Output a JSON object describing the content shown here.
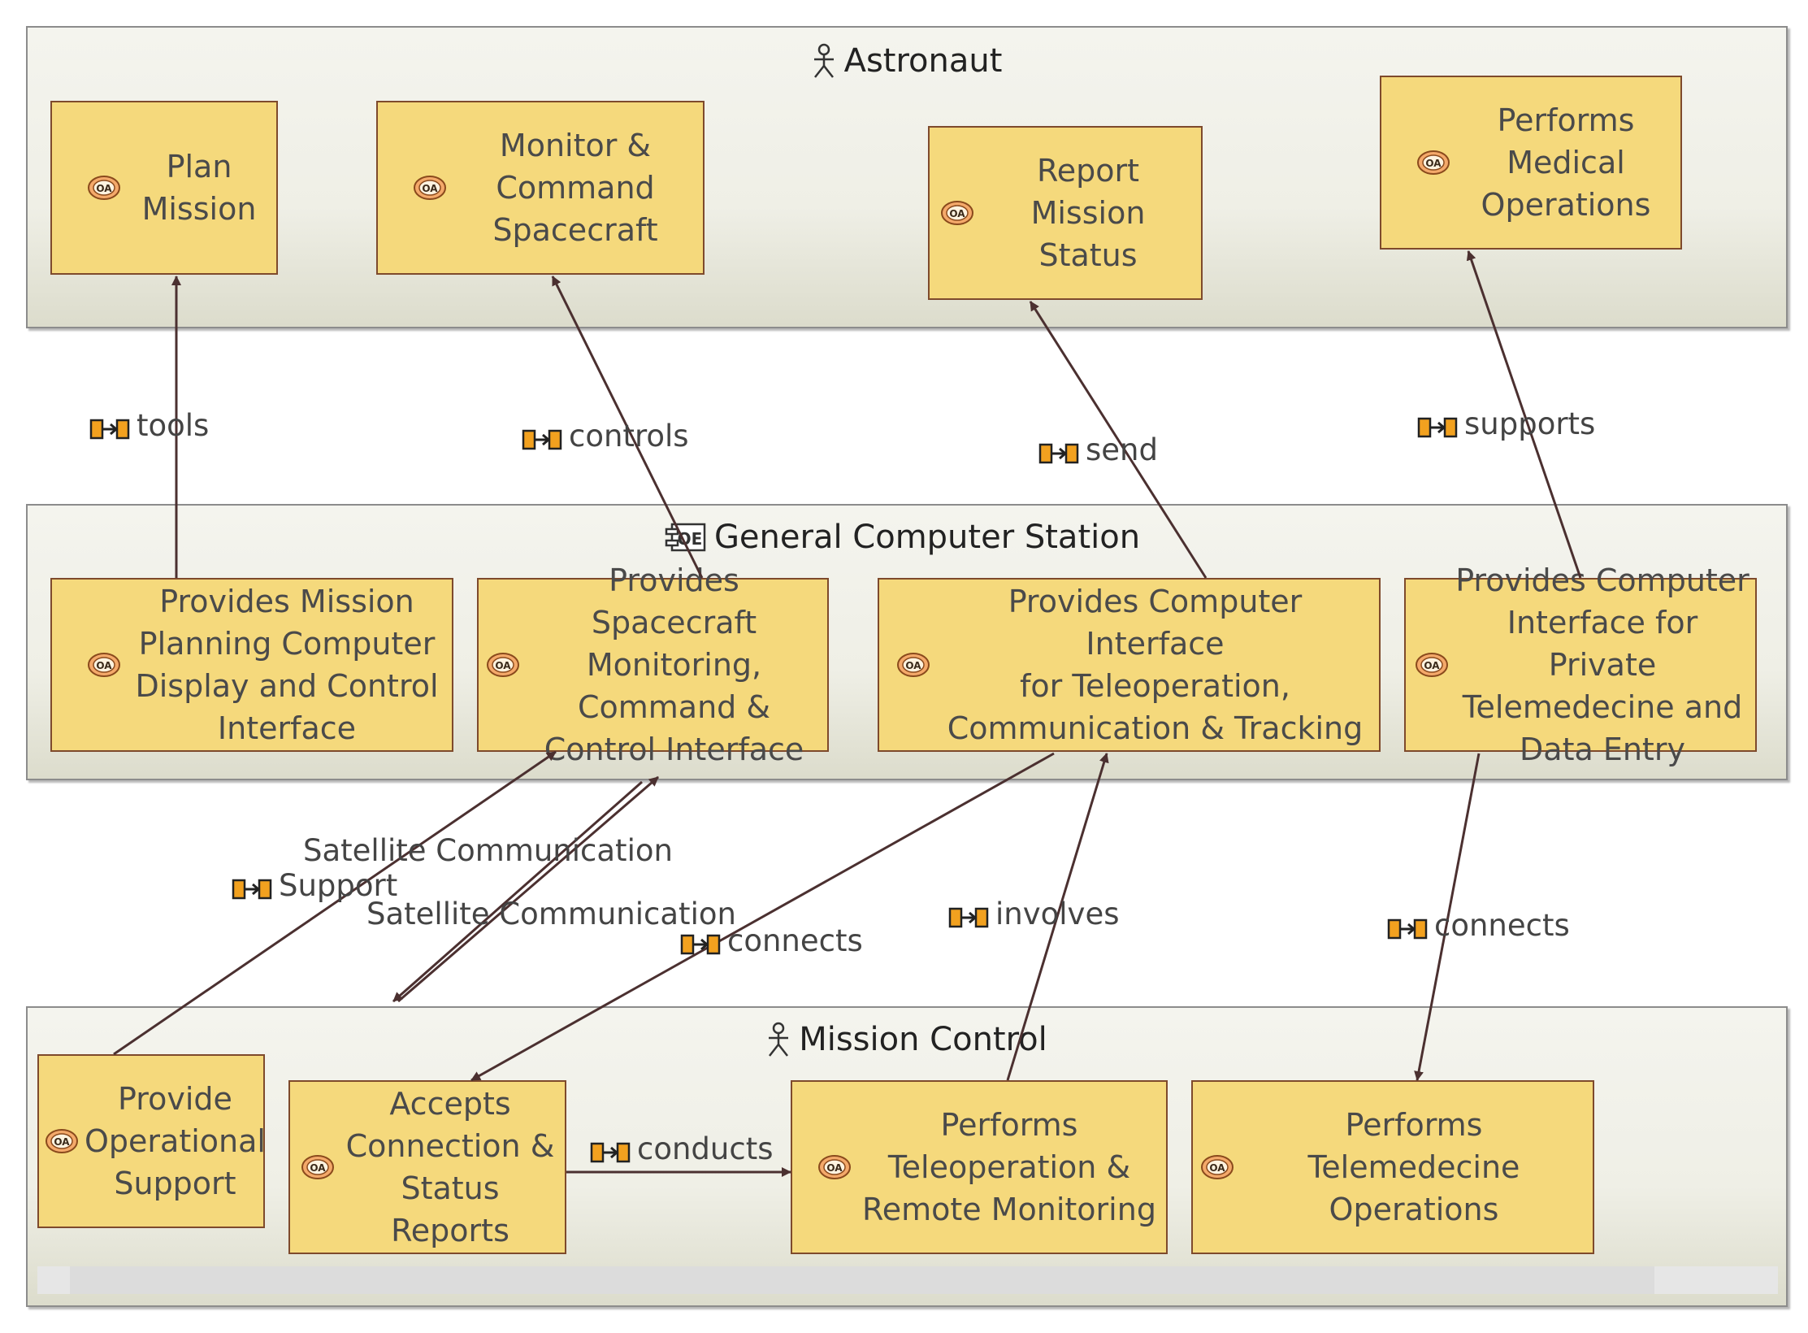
{
  "lanes": {
    "astronaut": {
      "title": "Astronaut",
      "icon": "actor-icon"
    },
    "station": {
      "title": "General Computer Station",
      "icon": "component-icon"
    },
    "mission_control": {
      "title": "Mission Control",
      "icon": "actor-icon"
    }
  },
  "activities": {
    "plan_mission": "Plan\nMission",
    "monitor_command": "Monitor &\nCommand\nSpacecraft",
    "report_status": "Report\nMission Status",
    "medical_ops": "Performs\nMedical\nOperations",
    "mission_planning_ui": "Provides Mission\nPlanning Computer\nDisplay and Control\nInterface",
    "spacecraft_ui": "Provides Spacecraft\nMonitoring,\nCommand &\nControl Interface",
    "teleop_ui": "Provides Computer Interface\nfor Teleoperation,\nCommunication & Tracking",
    "telemed_ui": "Provides Computer\nInterface for Private\nTelemedecine and\nData Entry",
    "operational_support": "Provide\nOperational\nSupport",
    "accepts_connection": "Accepts\nConnection &\nStatus Reports",
    "teleoperation": "Performs\nTeleoperation &\nRemote Monitoring",
    "telemedecine_ops": "Performs Telemedecine\nOperations"
  },
  "interactions": {
    "tools": "tools",
    "controls": "controls",
    "send": "send",
    "supports": "supports",
    "sat_comm_support_1": "Satellite Communication",
    "sat_comm_support_2": "Support",
    "sat_comm": "Satellite Communication",
    "connects_left": "connects",
    "involves": "involves",
    "connects_right": "connects",
    "conducts": "conducts"
  },
  "colors": {
    "activity_fill": "#f5d97c",
    "activity_border": "#7e4a2c",
    "arrow": "#4b3030",
    "lane_border": "#8c8c8c"
  }
}
